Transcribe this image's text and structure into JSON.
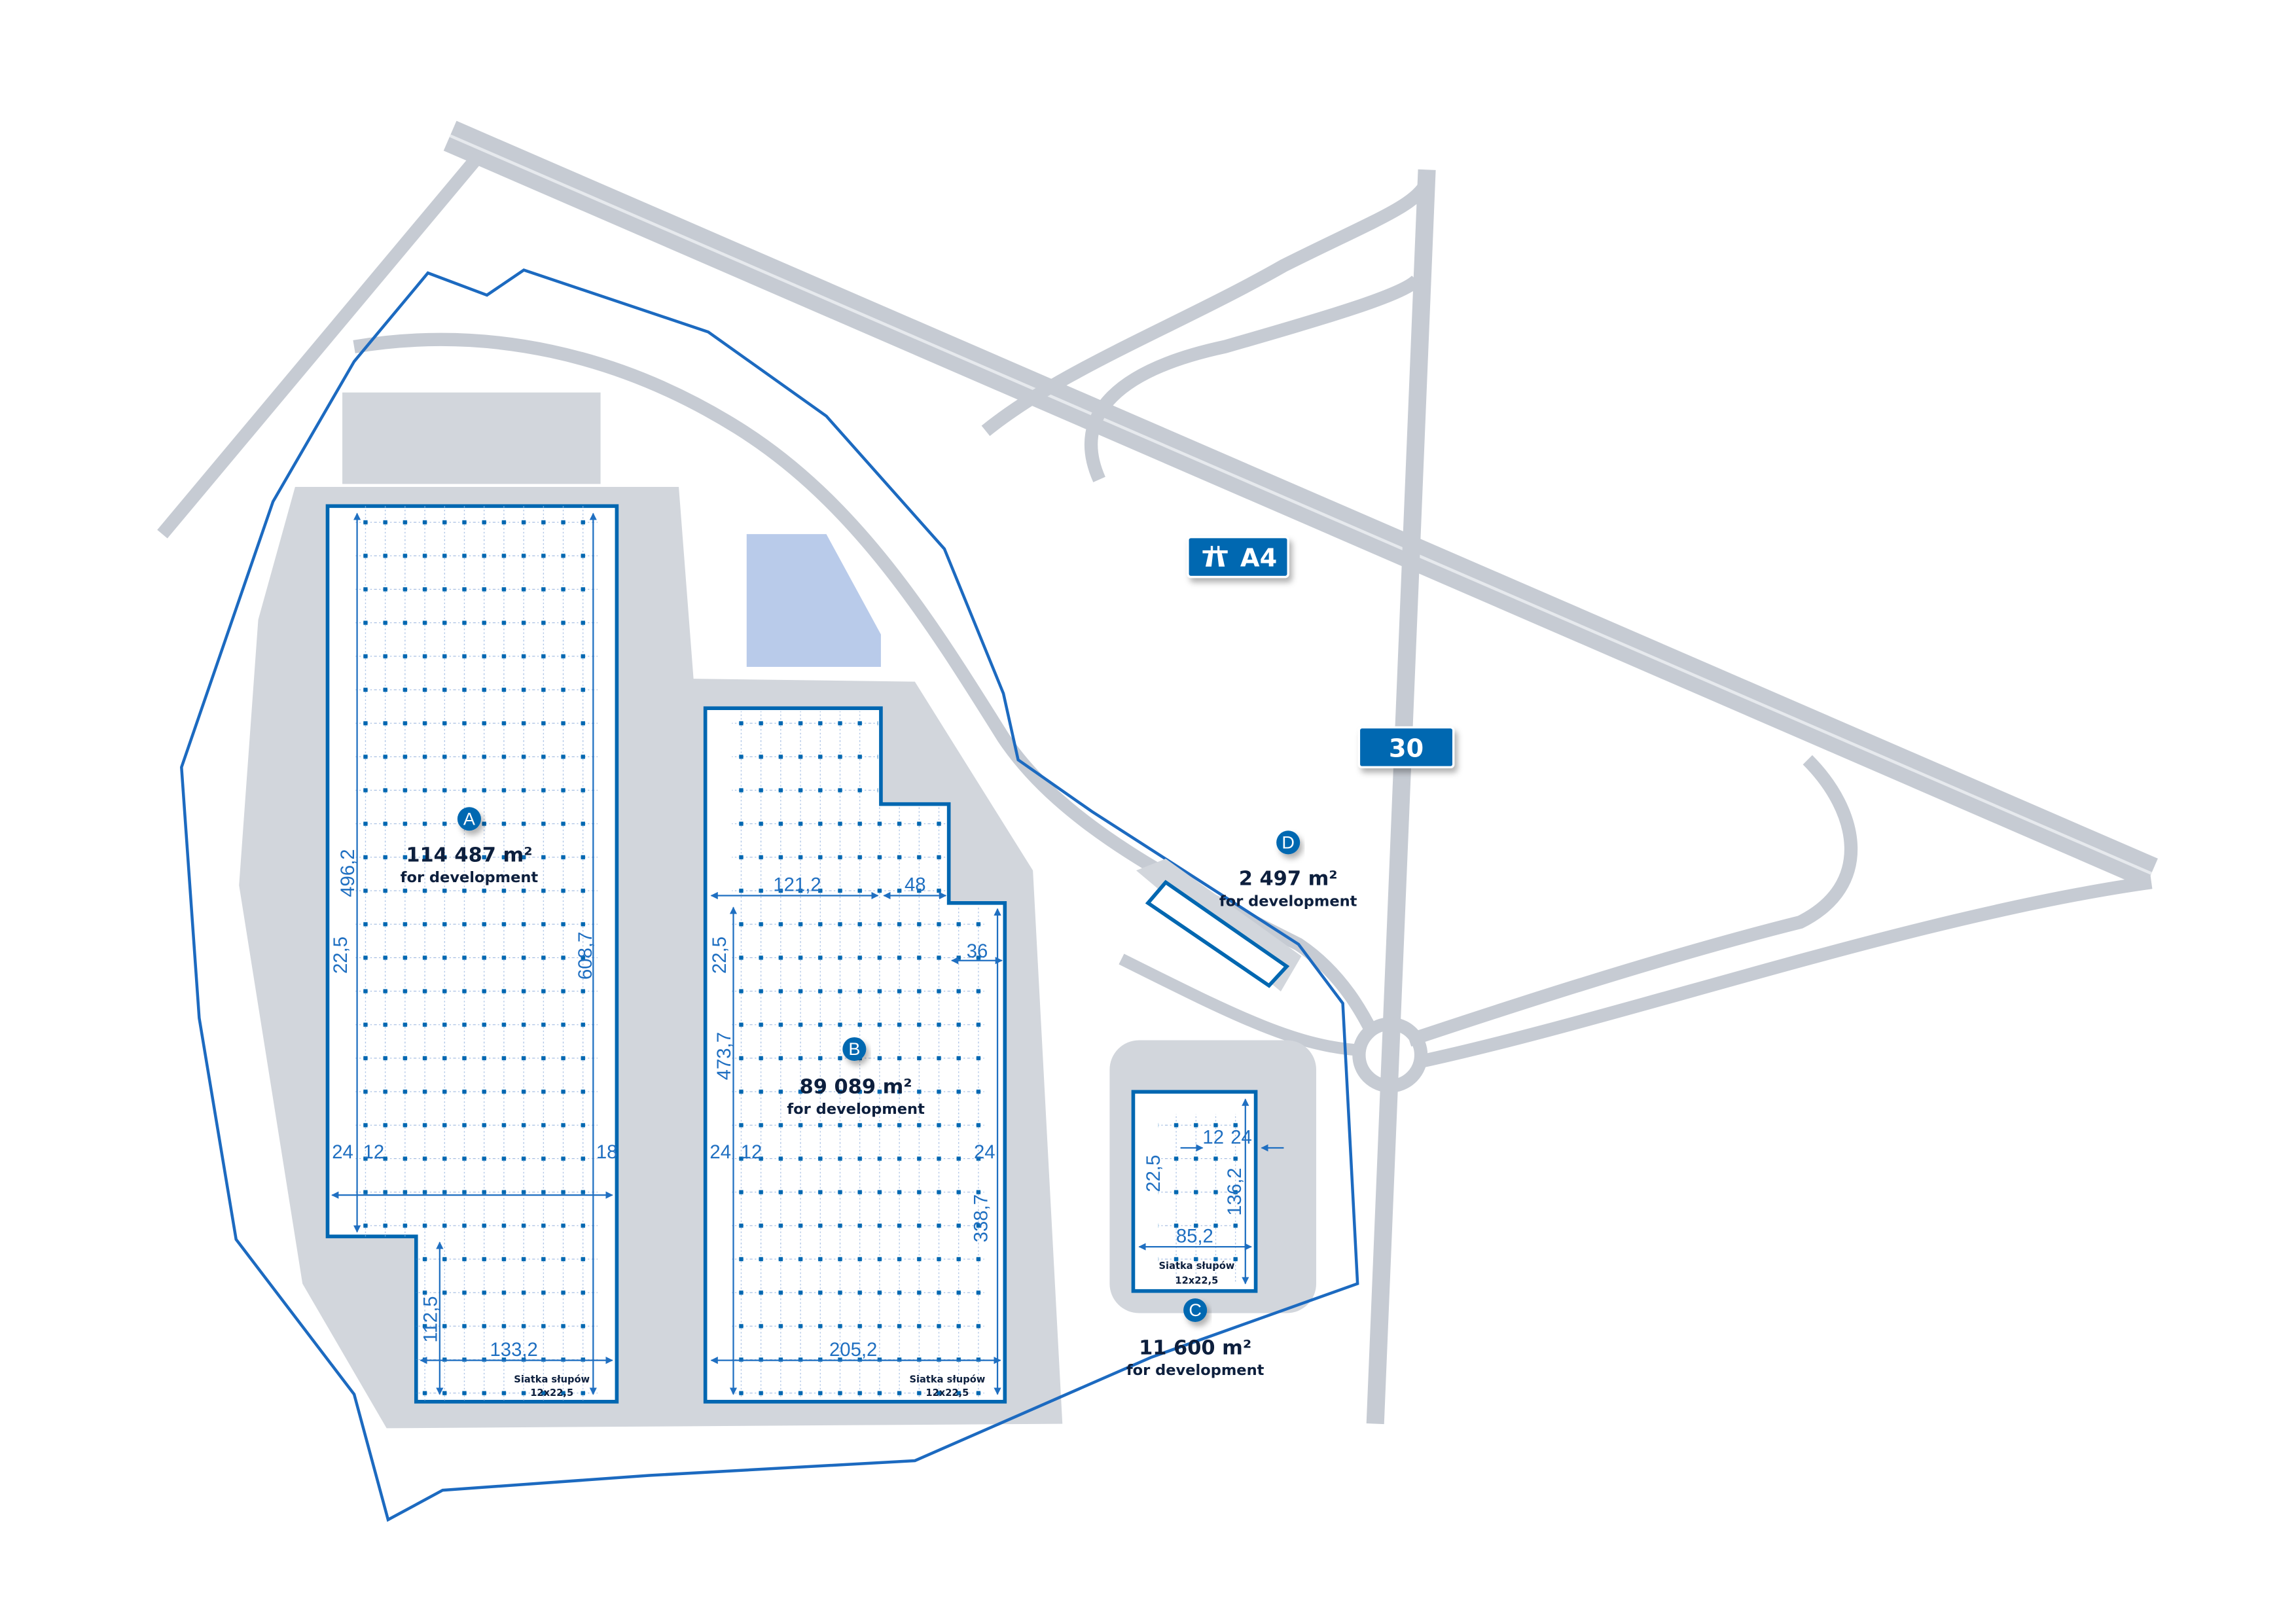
{
  "colors": {
    "brand_blue": "#0067b1",
    "road_gray": "#c6cbd3",
    "lot_gray": "#d2d6dc",
    "dim_blue": "#1f6fc1",
    "text_navy": "#0d1f3d",
    "pond": "#b9cbea"
  },
  "signs": {
    "motorway": {
      "icon": "motorway-icon",
      "label": "A4"
    },
    "road": {
      "label": "30"
    }
  },
  "buildings": {
    "A": {
      "badge": "A",
      "area": "114 487 m²",
      "caption": "for development",
      "dims": {
        "length": "496,2",
        "bay": "22,5",
        "total": "608,7",
        "w1": "24",
        "w2": "12",
        "w3": "18",
        "ext_len": "112,5",
        "ext_width": "133,2"
      },
      "grid_title": "Siatka słupów",
      "grid_value": "12x22,5"
    },
    "B": {
      "badge": "B",
      "area": "89 089 m²",
      "caption": "for development",
      "dims": {
        "top1": "121,2",
        "top2": "48",
        "side": "36",
        "bay": "22,5",
        "length": "473,7",
        "w1": "24",
        "w2": "12",
        "w3": "24",
        "lower": "338,7",
        "width": "205,2"
      },
      "grid_title": "Siatka słupów",
      "grid_value": "12x22,5"
    },
    "C": {
      "badge": "C",
      "area": "11 600 m²",
      "caption": "for development",
      "dims": {
        "w1": "12",
        "w2": "24",
        "bay": "22,5",
        "length": "136,2",
        "width": "85,2"
      },
      "grid_title": "Siatka słupów",
      "grid_value": "12x22,5"
    },
    "D": {
      "badge": "D",
      "area": "2 497 m²",
      "caption": "for development"
    }
  }
}
